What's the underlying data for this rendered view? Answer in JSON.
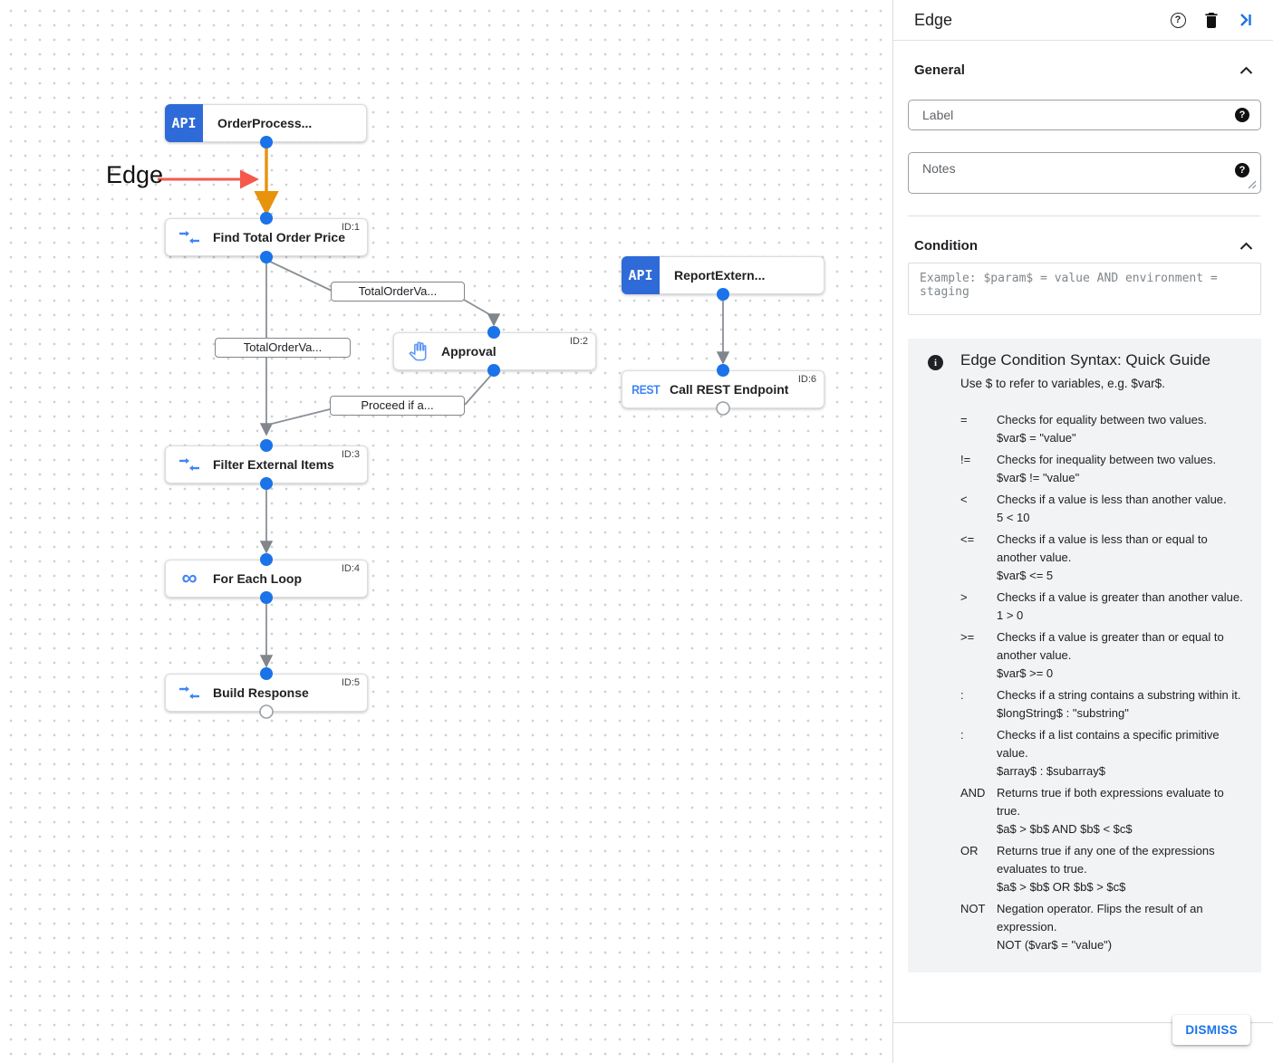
{
  "canvas": {
    "annotation_label": "Edge",
    "api_badge_text": "API",
    "rest_badge_text": "REST",
    "for_each_glyph": "∞",
    "nodes": [
      {
        "label": "OrderProcess...",
        "id_label": ""
      },
      {
        "label": "Find Total Order Price",
        "id_label": "ID:1"
      },
      {
        "label": "Approval",
        "id_label": "ID:2"
      },
      {
        "label": "ReportExtern...",
        "id_label": ""
      },
      {
        "label": "Call REST Endpoint",
        "id_label": "ID:6"
      },
      {
        "label": "Filter External Items",
        "id_label": "ID:3"
      },
      {
        "label": "For Each Loop",
        "id_label": "ID:4"
      },
      {
        "label": "Build Response",
        "id_label": "ID:5"
      }
    ],
    "edge_labels": [
      {
        "text": "TotalOrderVa..."
      },
      {
        "text": "TotalOrderVa..."
      },
      {
        "text": "Proceed if a..."
      }
    ]
  },
  "panel": {
    "title": "Edge",
    "general": {
      "section_label": "General",
      "label_placeholder": "Label",
      "notes_placeholder": "Notes"
    },
    "condition": {
      "section_label": "Condition",
      "placeholder": "Example: $param$ = value AND environment = staging"
    },
    "guide": {
      "title": "Edge Condition Syntax: Quick Guide",
      "subtitle": "Use $ to refer to variables, e.g. $var$.",
      "rows": [
        {
          "op": "=",
          "desc": "Checks for equality between two values.",
          "example": "$var$ = \"value\""
        },
        {
          "op": "!=",
          "desc": "Checks for inequality between two values.",
          "example": "$var$ != \"value\""
        },
        {
          "op": "<",
          "desc": "Checks if a value is less than another value.",
          "example": "5 < 10"
        },
        {
          "op": "<=",
          "desc": "Checks if a value is less than or equal to another value.",
          "example": "$var$ <= 5"
        },
        {
          "op": ">",
          "desc": "Checks if a value is greater than another value.",
          "example": "1 > 0"
        },
        {
          "op": ">=",
          "desc": "Checks if a value is greater than or equal to another value.",
          "example": "$var$ >= 0"
        },
        {
          "op": ":",
          "desc": "Checks if a string contains a substring within it.",
          "example": "$longString$ : \"substring\""
        },
        {
          "op": ":",
          "desc": "Checks if a list contains a specific primitive value.",
          "example": "$array$ : $subarray$"
        },
        {
          "op": "AND",
          "desc": "Returns true if both expressions evaluate to true.",
          "example": "$a$ > $b$ AND $b$ < $c$"
        },
        {
          "op": "OR",
          "desc": "Returns true if any one of the expressions evaluates to true.",
          "example": "$a$ > $b$ OR $b$ > $c$"
        },
        {
          "op": "NOT",
          "desc": "Negation operator. Flips the result of an expression.",
          "example": "NOT ($var$ = \"value\")"
        }
      ]
    },
    "dismiss_label": "DISMISS"
  },
  "colors": {
    "accent_blue": "#1a73e8",
    "icon_blue": "#4285f4",
    "edge_orange": "#e8930c",
    "annotation_red": "#f4594b",
    "edge_gray": "#80868b",
    "guide_bg": "#f1f3f4"
  }
}
